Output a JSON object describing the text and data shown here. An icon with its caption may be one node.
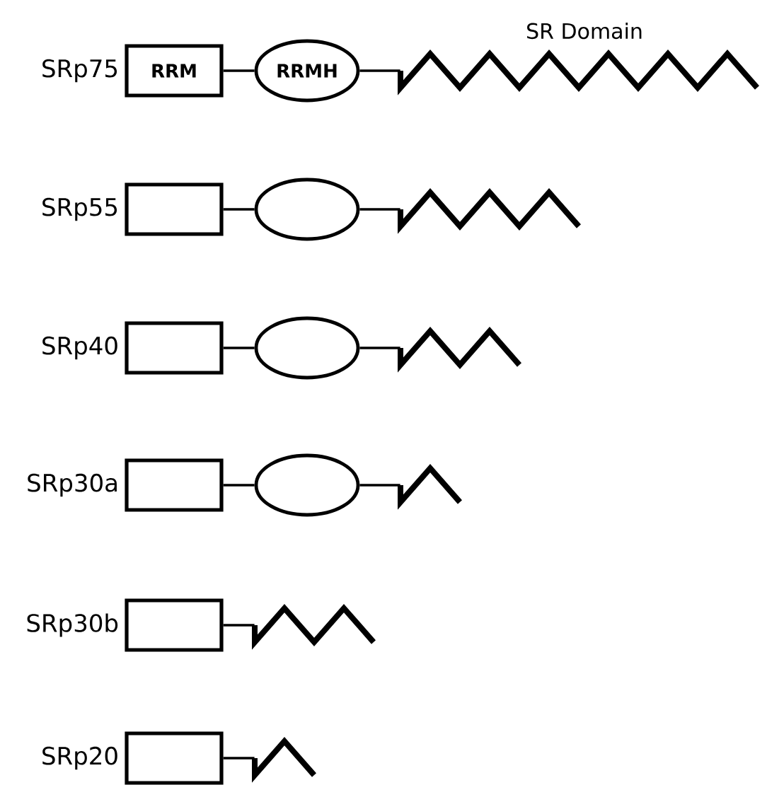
{
  "diagram": {
    "nodes": [
      {
        "text": [
          "RRM"
        ],
        "beside": [
          "SRp75"
        ]
      },
      {
        "text": [
          "RRMH"
        ]
      },
      {
        "text": [],
        "shape": "zigzag",
        "beside": [
          "SR Domain"
        ]
      },
      {
        "text": [],
        "shape": "box",
        "beside": [
          "SRp55"
        ]
      },
      {
        "text": [],
        "shape": "ellipse"
      },
      {
        "text": [],
        "shape": "zigzag"
      },
      {
        "text": [],
        "shape": "box",
        "beside": [
          "SRp40"
        ]
      },
      {
        "text": [],
        "shape": "ellipse"
      },
      {
        "text": [],
        "shape": "zigzag"
      },
      {
        "text": [],
        "shape": "box",
        "beside": [
          "SRp30a"
        ]
      },
      {
        "text": [],
        "shape": "ellipse"
      },
      {
        "text": [],
        "shape": "zigzag"
      },
      {
        "text": [],
        "shape": "box",
        "beside": [
          "SRp30b"
        ]
      },
      {
        "text": [],
        "shape": "zigzag"
      },
      {
        "text": [],
        "shape": "box",
        "beside": [
          "SRp20"
        ]
      },
      {
        "text": [],
        "shape": "zigzag"
      }
    ],
    "edges": [
      {
        "from": 0,
        "to": 1,
        "arrow": "none"
      },
      {
        "from": 1,
        "to": 2,
        "arrow": "none"
      },
      {
        "from": 3,
        "to": 4,
        "arrow": "none"
      },
      {
        "from": 4,
        "to": 5,
        "arrow": "none"
      },
      {
        "from": 6,
        "to": 7,
        "arrow": "none"
      },
      {
        "from": 7,
        "to": 8,
        "arrow": "none"
      },
      {
        "from": 9,
        "to": 10,
        "arrow": "none"
      },
      {
        "from": 10,
        "to": 11,
        "arrow": "none"
      },
      {
        "from": 12,
        "to": 13,
        "arrow": "none"
      },
      {
        "from": 14,
        "to": 15,
        "arrow": "none"
      }
    ]
  }
}
